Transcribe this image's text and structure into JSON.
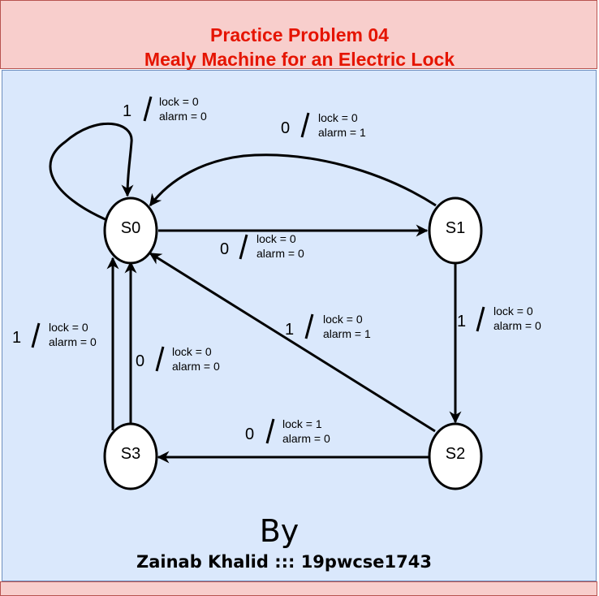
{
  "header": {
    "title_line1": "Practice Problem 04",
    "title_line2": "Mealy Machine for an Electric Lock"
  },
  "states": [
    "S0",
    "S1",
    "S2",
    "S3"
  ],
  "transitions": [
    {
      "from": "S0",
      "to": "S0",
      "input": "1",
      "output_lock": "lock = 0",
      "output_alarm": "alarm = 0"
    },
    {
      "from": "S1",
      "to": "S0",
      "input": "0",
      "output_lock": "lock = 0",
      "output_alarm": "alarm = 1"
    },
    {
      "from": "S0",
      "to": "S1",
      "input": "0",
      "output_lock": "lock = 0",
      "output_alarm": "alarm = 0"
    },
    {
      "from": "S1",
      "to": "S2",
      "input": "1",
      "output_lock": "lock = 0",
      "output_alarm": "alarm = 0"
    },
    {
      "from": "S2",
      "to": "S0",
      "input": "1",
      "output_lock": "lock = 0",
      "output_alarm": "alarm = 1"
    },
    {
      "from": "S2",
      "to": "S3",
      "input": "0",
      "output_lock": "lock = 1",
      "output_alarm": "alarm = 0"
    },
    {
      "from": "S3",
      "to": "S0",
      "input": "1",
      "output_lock": "lock = 0",
      "output_alarm": "alarm = 0"
    },
    {
      "from": "S3",
      "to": "S0",
      "input": "0",
      "output_lock": "lock = 0",
      "output_alarm": "alarm = 0"
    }
  ],
  "footer": {
    "by": "By",
    "author": "Zainab Khalid ::: 19pwcse1743"
  }
}
